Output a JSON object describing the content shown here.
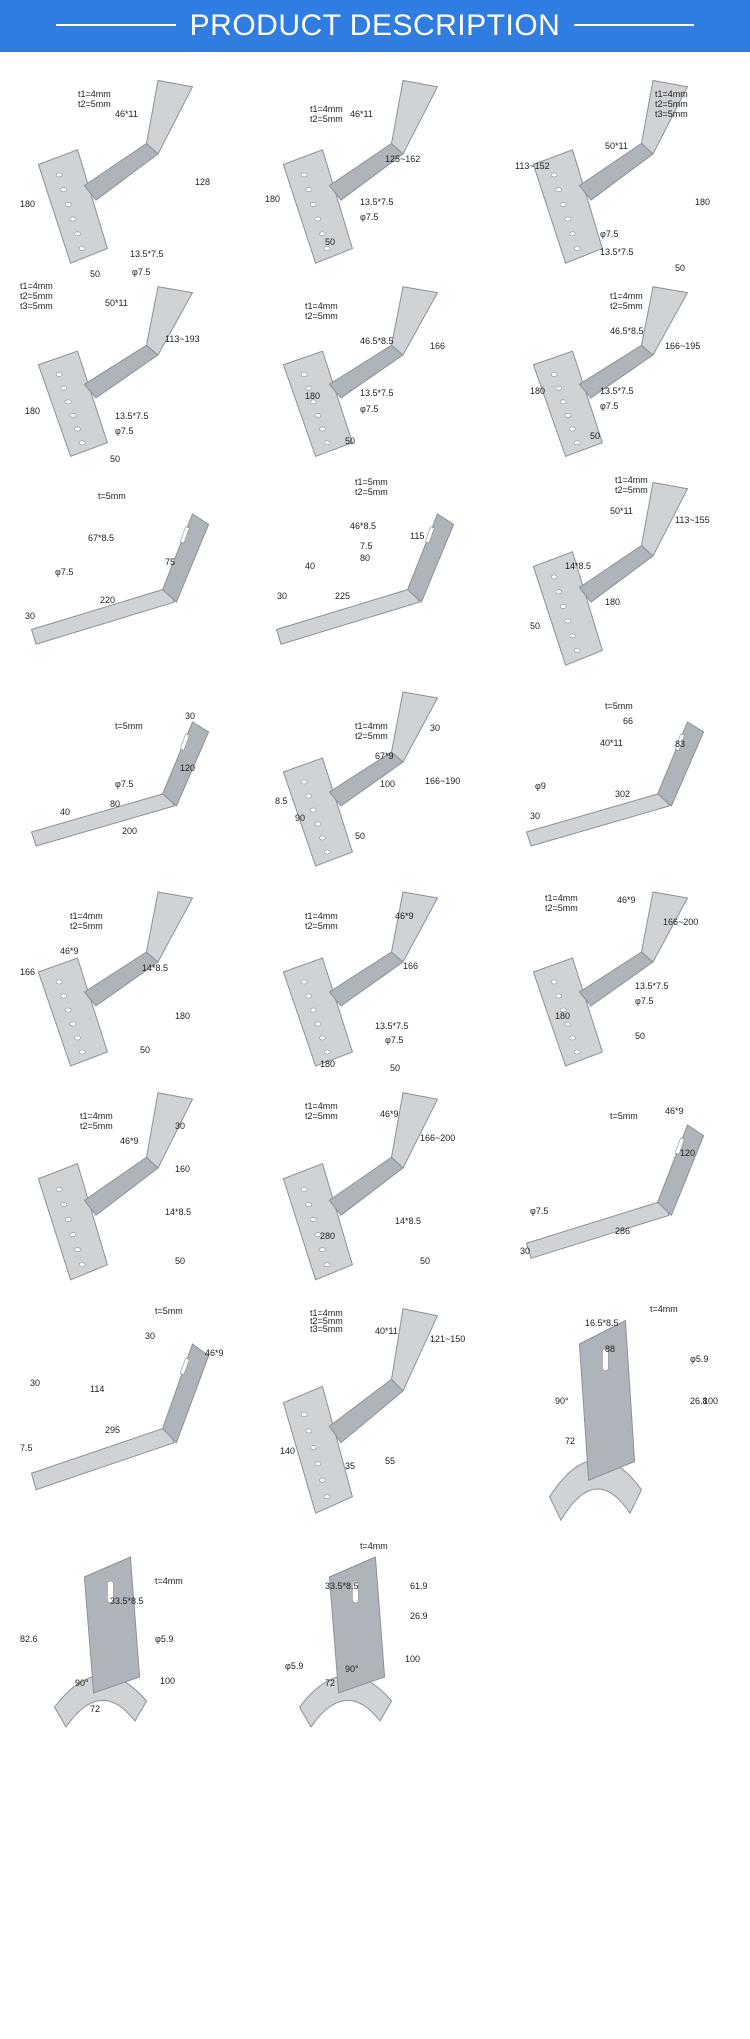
{
  "header": {
    "title": "PRODUCT DESCRIPTION"
  },
  "colors": {
    "banner": "#2f7de0",
    "metal_light": "#cfd3d6",
    "metal_mid": "#aeb4b9",
    "metal_dark": "#8b9297"
  },
  "products": [
    {
      "labels": [
        "t1=4mm",
        "t2=5mm",
        "46*11",
        "128",
        "180",
        "13.5*7.5",
        "φ7.5",
        "50"
      ]
    },
    {
      "labels": [
        "t1=4mm",
        "t2=5mm",
        "46*11",
        "125~162",
        "180",
        "13.5*7.5",
        "φ7.5",
        "50"
      ]
    },
    {
      "labels": [
        "t1=4mm",
        "t2=5mm",
        "t3=5mm",
        "50*11",
        "113~152",
        "180",
        "φ7.5",
        "13.5*7.5",
        "50"
      ]
    },
    {
      "labels": [
        "t1=4mm",
        "t2=5mm",
        "t3=5mm",
        "50*11",
        "113~193",
        "180",
        "13.5*7.5",
        "φ7.5",
        "50"
      ]
    },
    {
      "labels": [
        "t1=4mm",
        "t2=5mm",
        "46.5*8.5",
        "166",
        "180",
        "13.5*7.5",
        "φ7.5",
        "50"
      ]
    },
    {
      "labels": [
        "t1=4mm",
        "t2=5mm",
        "46.5*8.5",
        "166~195",
        "180",
        "13.5*7.5",
        "φ7.5",
        "50"
      ]
    },
    {
      "labels": [
        "t=5mm",
        "67*8.5",
        "75",
        "φ7.5",
        "220",
        "30"
      ]
    },
    {
      "labels": [
        "t1=5mm",
        "t2=5mm",
        "46*8.5",
        "115",
        "7.5",
        "80",
        "40",
        "225",
        "30"
      ]
    },
    {
      "labels": [
        "t1=4mm",
        "t2=5mm",
        "50*11",
        "113~155",
        "14*8.5",
        "180",
        "50"
      ]
    },
    {
      "labels": [
        "t=5mm",
        "30",
        "120",
        "φ7.5",
        "80",
        "40",
        "200"
      ]
    },
    {
      "labels": [
        "t1=4mm",
        "t2=5mm",
        "30",
        "67*9",
        "166~190",
        "100",
        "8.5",
        "90",
        "50"
      ]
    },
    {
      "labels": [
        "t=5mm",
        "66",
        "40*11",
        "83",
        "φ9",
        "302",
        "30"
      ]
    },
    {
      "labels": [
        "t1=4mm",
        "t2=5mm",
        "46*9",
        "166",
        "14*8.5",
        "180",
        "50"
      ]
    },
    {
      "labels": [
        "t1=4mm",
        "t2=5mm",
        "46*9",
        "166",
        "13.5*7.5",
        "φ7.5",
        "180",
        "50"
      ]
    },
    {
      "labels": [
        "t1=4mm",
        "t2=5mm",
        "46*9",
        "166~200",
        "13.5*7.5",
        "φ7.5",
        "180",
        "50"
      ]
    },
    {
      "labels": [
        "t1=4mm",
        "t2=5mm",
        "46*9",
        "30",
        "160",
        "14*8.5",
        "50"
      ]
    },
    {
      "labels": [
        "t1=4mm",
        "t2=5mm",
        "46*9",
        "166~200",
        "280",
        "14*8.5",
        "50"
      ]
    },
    {
      "labels": [
        "t=5mm",
        "46*9",
        "120",
        "φ7.5",
        "286",
        "30"
      ]
    },
    {
      "labels": [
        "t=5mm",
        "30",
        "46*9",
        "114",
        "295",
        "7.5",
        "30"
      ]
    },
    {
      "labels": [
        "t1=4mm",
        "t2=5mm",
        "t3=5mm",
        "40*11",
        "121~150",
        "140",
        "35",
        "55"
      ]
    },
    {
      "labels": [
        "t=4mm",
        "16.5*8.5",
        "88",
        "φ5.9",
        "90°",
        "26.8",
        "100",
        "72"
      ]
    },
    {
      "labels": [
        "t=4mm",
        "33.5*8.5",
        "82.6",
        "φ5.9",
        "90°",
        "100",
        "72"
      ]
    },
    {
      "labels": [
        "t=4mm",
        "33.5*8.5",
        "61.9",
        "26.9",
        "φ5.9",
        "90°",
        "100",
        "72"
      ]
    }
  ]
}
